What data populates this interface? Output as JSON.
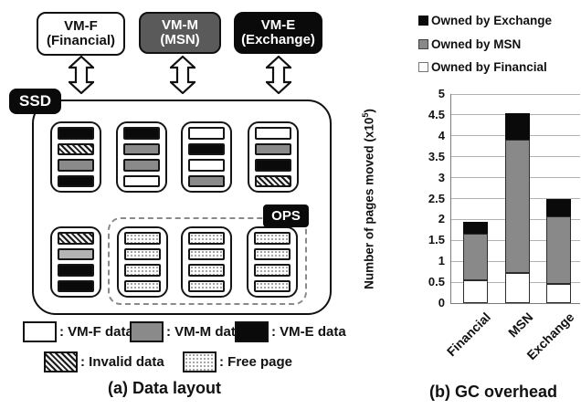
{
  "figure": {
    "caption_a": "(a) Data layout",
    "caption_b": "(b) GC overhead"
  },
  "layout": {
    "ssd_label": "SSD",
    "ops_label": "OPS",
    "vms": [
      {
        "name": "VM-F",
        "subtitle": "(Financial)",
        "variant": "white"
      },
      {
        "name": "VM-M",
        "subtitle": "(MSN)",
        "variant": "gray"
      },
      {
        "name": "VM-E",
        "subtitle": "(Exchange)",
        "variant": "black"
      }
    ],
    "blocks_top": [
      [
        "vme",
        "invalid",
        "vmm",
        "vme"
      ],
      [
        "vme",
        "vmm",
        "vmm",
        "vmf"
      ],
      [
        "vmf",
        "vme",
        "vmf",
        "vmm"
      ],
      [
        "vmf",
        "vmm",
        "vme",
        "invalid"
      ]
    ],
    "blocks_bottom_left": [
      "invalid",
      "vmm_light",
      "vme",
      "vme"
    ],
    "blocks_ops": [
      [
        "free",
        "free",
        "free",
        "free"
      ],
      [
        "free",
        "free",
        "free",
        "free"
      ],
      [
        "free",
        "free",
        "free",
        "free"
      ]
    ],
    "legend_row1": [
      {
        "swatch": "vmf",
        "label": ": VM-F data"
      },
      {
        "swatch": "vmm",
        "label": ": VM-M data"
      },
      {
        "swatch": "vme",
        "label": ": VM-E data"
      }
    ],
    "legend_row2": [
      {
        "swatch": "invalid",
        "label": ": Invalid data"
      },
      {
        "swatch": "free",
        "label": ": Free page"
      }
    ]
  },
  "colors": {
    "vm_m_box": "#5a5a5a",
    "vm_e_box": "#0a0a0a",
    "page_gray": "#8a8a8a",
    "page_gray_light": "#b3b3b3",
    "chart_gray": "#898989",
    "gridline": "#b3b3b3",
    "ops_dash": "#8a8a8a"
  },
  "chart_data": {
    "type": "bar",
    "stacked": true,
    "title": "",
    "categories": [
      "Financial",
      "MSN",
      "Exchange"
    ],
    "series": [
      {
        "name": "Owned by Financial",
        "color": "#ffffff",
        "values": [
          0.55,
          0.72,
          0.45
        ]
      },
      {
        "name": "Owned by MSN",
        "color": "#898989",
        "values": [
          1.1,
          3.18,
          1.63
        ]
      },
      {
        "name": "Owned by Exchange",
        "color": "#0a0a0a",
        "values": [
          0.3,
          0.65,
          0.42
        ]
      }
    ],
    "totals": [
      1.95,
      4.55,
      2.5
    ],
    "xlabel": "",
    "ylabel": "Number of pages moved (x10⁵)",
    "ylabel_parts": {
      "prefix": "Number of pages moved (x10",
      "sup": "5",
      "suffix": ")"
    },
    "ylim": [
      0,
      5
    ],
    "ytick_step": 0.5,
    "grid": "horizontal",
    "legend_position": "top-right",
    "legend_order": [
      "Owned by Exchange",
      "Owned by MSN",
      "Owned by Financial"
    ]
  }
}
